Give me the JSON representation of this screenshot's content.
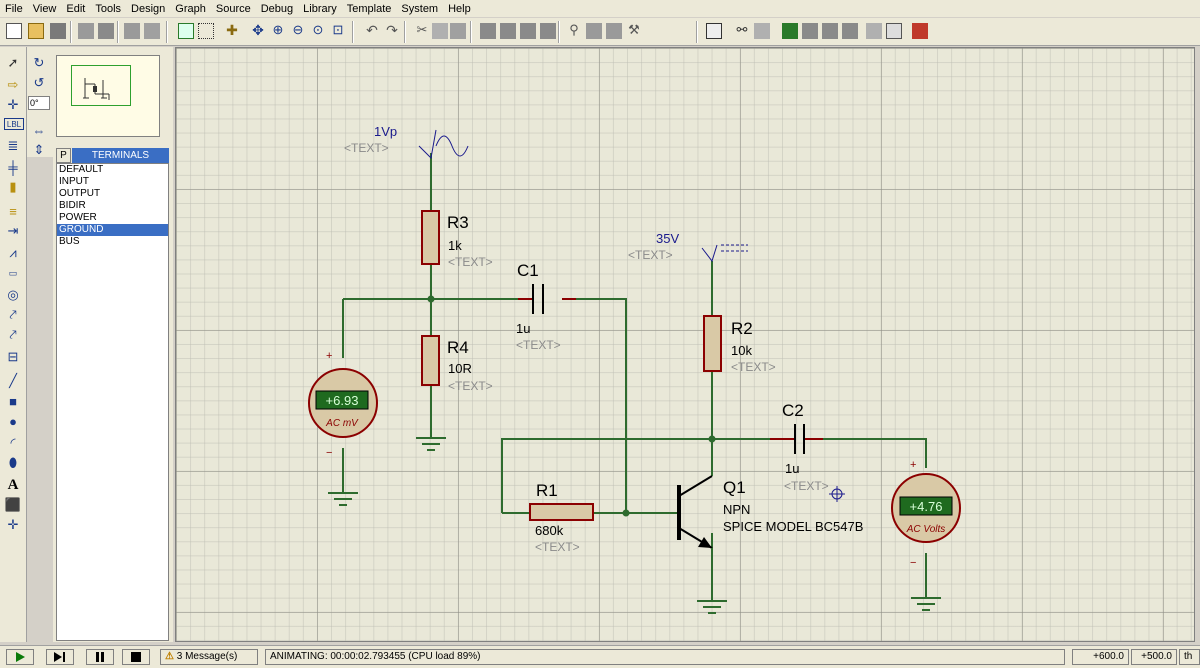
{
  "menu": [
    "File",
    "View",
    "Edit",
    "Tools",
    "Design",
    "Graph",
    "Source",
    "Debug",
    "Library",
    "Template",
    "System",
    "Help"
  ],
  "left_panel": {
    "rotation_value": "0°",
    "p_label": "P",
    "list_title": "TERMINALS",
    "terminals": [
      "DEFAULT",
      "INPUT",
      "OUTPUT",
      "BIDIR",
      "POWER",
      "GROUND",
      "BUS"
    ],
    "selected": "GROUND"
  },
  "schematic": {
    "source1": {
      "value": "1Vp",
      "text": "<TEXT>"
    },
    "source2": {
      "value": "35V",
      "text": "<TEXT>"
    },
    "R3": {
      "name": "R3",
      "value": "1k",
      "text": "<TEXT>"
    },
    "R4": {
      "name": "R4",
      "value": "10R",
      "text": "<TEXT>"
    },
    "R2": {
      "name": "R2",
      "value": "10k",
      "text": "<TEXT>"
    },
    "R1": {
      "name": "R1",
      "value": "680k",
      "text": "<TEXT>"
    },
    "C1": {
      "name": "C1",
      "value": "1u",
      "text": "<TEXT>"
    },
    "C2": {
      "name": "C2",
      "value": "1u",
      "text": "<TEXT>"
    },
    "Q1": {
      "name": "Q1",
      "type": "NPN",
      "model": "SPICE MODEL BC547B"
    },
    "meter1": {
      "reading": "+6.93",
      "unit": "AC mV",
      "plus": "+",
      "minus": "−"
    },
    "meter2": {
      "reading": "+4.76",
      "unit": "AC Volts",
      "plus": "+",
      "minus": "−"
    }
  },
  "status": {
    "messages": "3 Message(s)",
    "animating": "ANIMATING: 00:00:02.793455 (CPU load 89%)",
    "coord_x": "+600.0",
    "coord_y": "+500.0",
    "units": "th"
  },
  "colors": {
    "wire": "#2e6b2e",
    "component": "#8b0000",
    "body": "#d9c9a6",
    "label": "#1a1a8c",
    "meter_display": "#1f6a1f"
  }
}
